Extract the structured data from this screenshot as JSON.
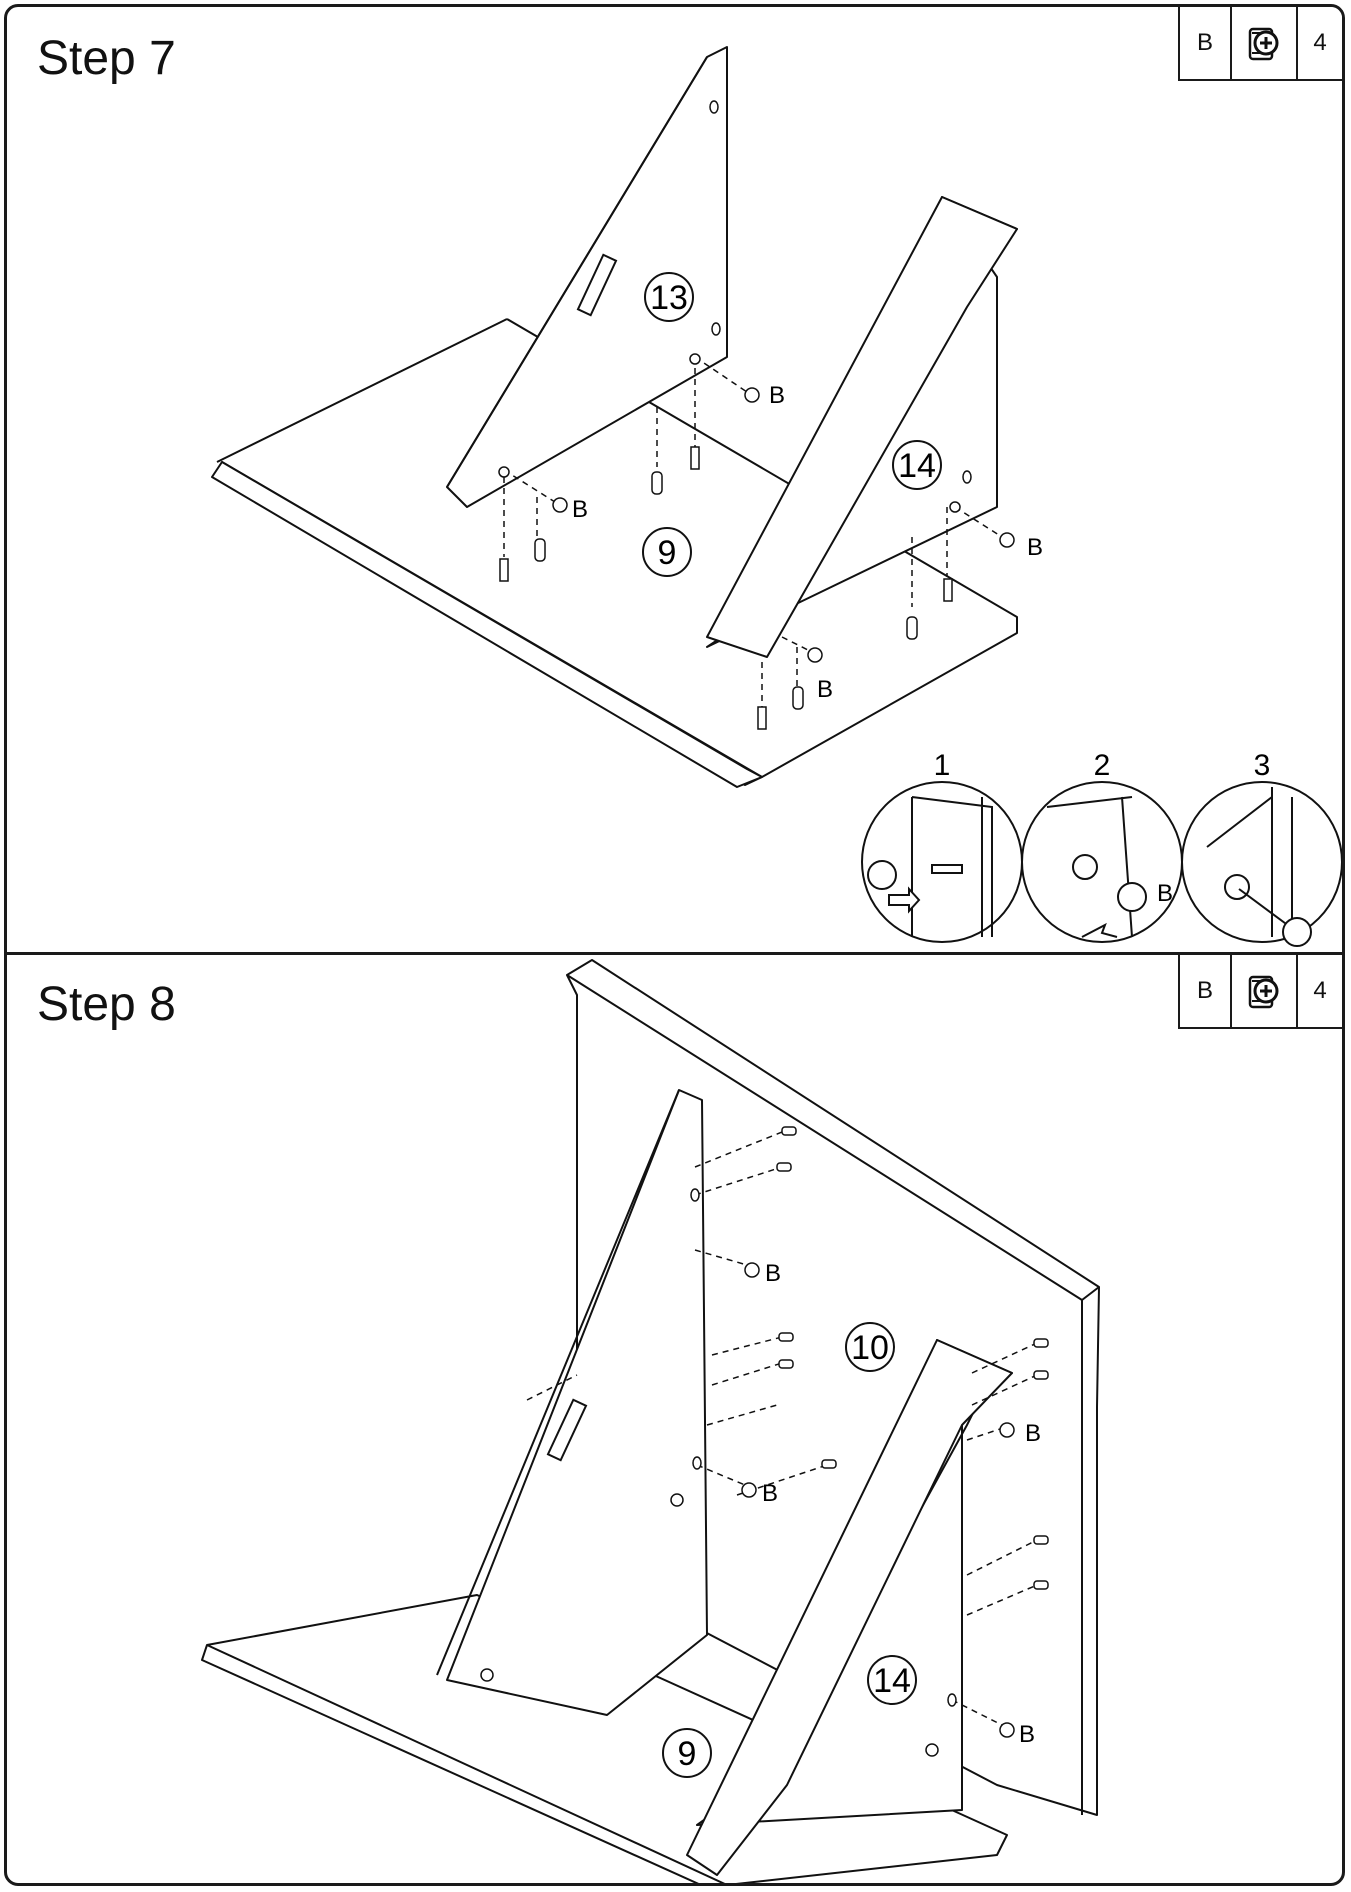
{
  "steps": [
    {
      "title": "Step 7",
      "hardware": {
        "letter": "B",
        "icon": "cam-lock-icon",
        "qty": "4"
      },
      "parts": [
        "13",
        "14",
        "9"
      ],
      "hardware_label": "B",
      "details": [
        "1",
        "2",
        "3"
      ]
    },
    {
      "title": "Step 8",
      "hardware": {
        "letter": "B",
        "icon": "cam-lock-icon",
        "qty": "4"
      },
      "parts": [
        "10",
        "14",
        "9"
      ],
      "hardware_label": "B"
    }
  ]
}
